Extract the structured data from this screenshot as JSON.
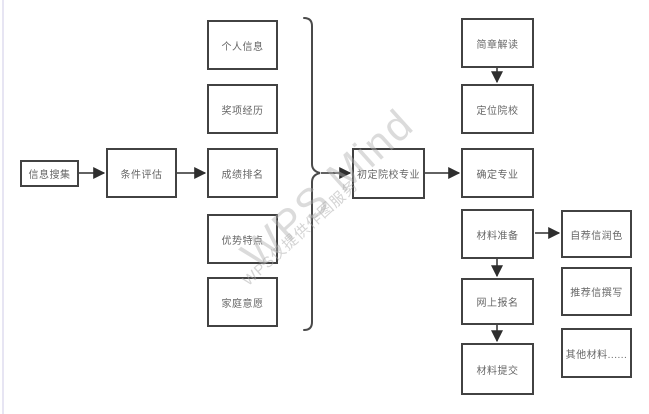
{
  "diagram": {
    "watermark": {
      "title": "WPS Mind",
      "subtitle": "WPS仅提供作图服务"
    },
    "colors": {
      "box_border": "#424242",
      "box_text": "#666666",
      "arrow": "#333333",
      "brace": "#4a4a4a",
      "watermark_gray": "#bdbdbd",
      "edge_strip": "#e7e5f3",
      "background": "#ffffff"
    },
    "nodes": {
      "info_collect": "信息搜集",
      "condition_eval": "条件评估",
      "personal_info": "个人信息",
      "awards": "奖项经历",
      "grade_rank": "成绩排名",
      "strengths": "优势特点",
      "family_wish": "家庭意愿",
      "initial_school": "初定院校专业",
      "brochure": "简章解读",
      "locate_school": "定位院校",
      "confirm_major": "确定专业",
      "material_prep": "材料准备",
      "online_apply": "网上报名",
      "material_submit": "材料提交",
      "self_letter": "自荐信润色",
      "recommend_letter": "推荐信撰写",
      "other_materials": "其他材料......"
    }
  }
}
